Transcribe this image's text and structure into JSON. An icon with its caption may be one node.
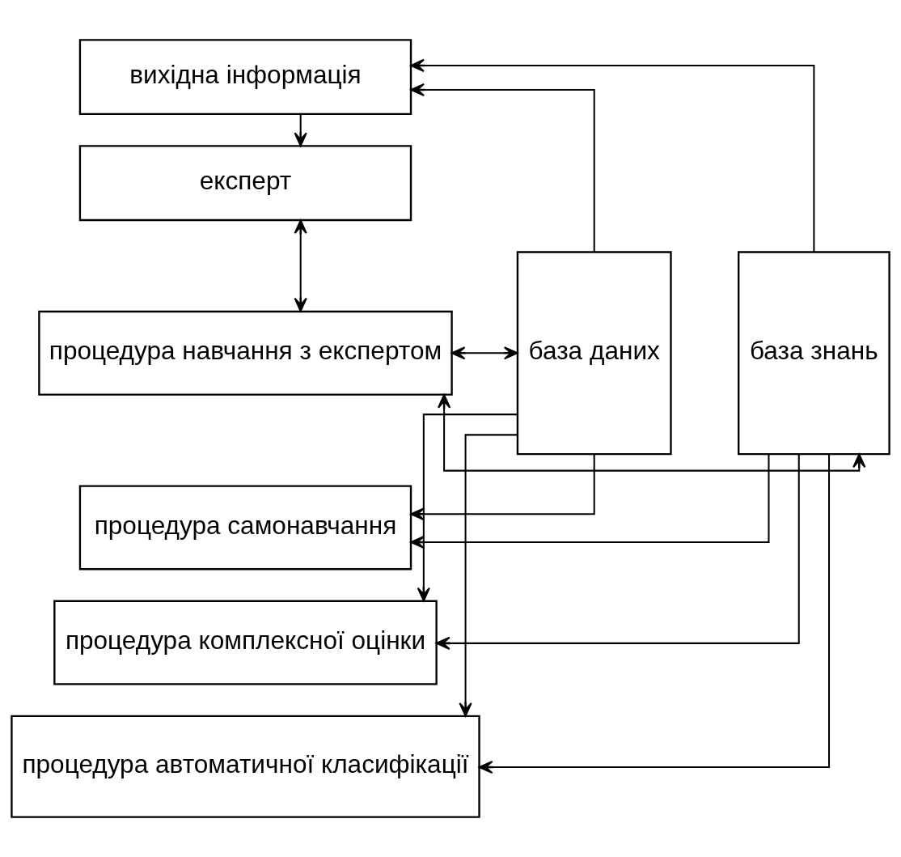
{
  "diagram": {
    "nodes": [
      {
        "text": [
          "вихідна інформація"
        ]
      },
      {
        "text": [
          "експерт"
        ]
      },
      {
        "text": [
          "база даних"
        ]
      },
      {
        "text": [
          "процедура навчання з експертом"
        ]
      },
      {
        "text": [
          "база знань"
        ]
      },
      {
        "text": [
          "процедура самонавчання"
        ]
      },
      {
        "text": [
          "процедура комплексної оцінки"
        ]
      },
      {
        "text": [
          "процедура автоматичної класифікації"
        ]
      }
    ],
    "edges": [
      {
        "from": 0,
        "to": 1,
        "arrow": "to"
      },
      {
        "from": 1,
        "to": 3,
        "arrow": "both"
      },
      {
        "from": 2,
        "to": 3,
        "arrow": "both"
      },
      {
        "from": 3,
        "to": 4,
        "arrow": "both"
      },
      {
        "from": 2,
        "to": 0,
        "arrow": "to"
      },
      {
        "from": 2,
        "to": 5,
        "arrow": "to"
      },
      {
        "from": 2,
        "to": 6,
        "arrow": "to"
      },
      {
        "from": 2,
        "to": 7,
        "arrow": "to"
      },
      {
        "from": 4,
        "to": 0,
        "arrow": "to"
      },
      {
        "from": 4,
        "to": 5,
        "arrow": "to"
      },
      {
        "from": 4,
        "to": 6,
        "arrow": "to"
      },
      {
        "from": 4,
        "to": 7,
        "arrow": "to"
      }
    ]
  }
}
